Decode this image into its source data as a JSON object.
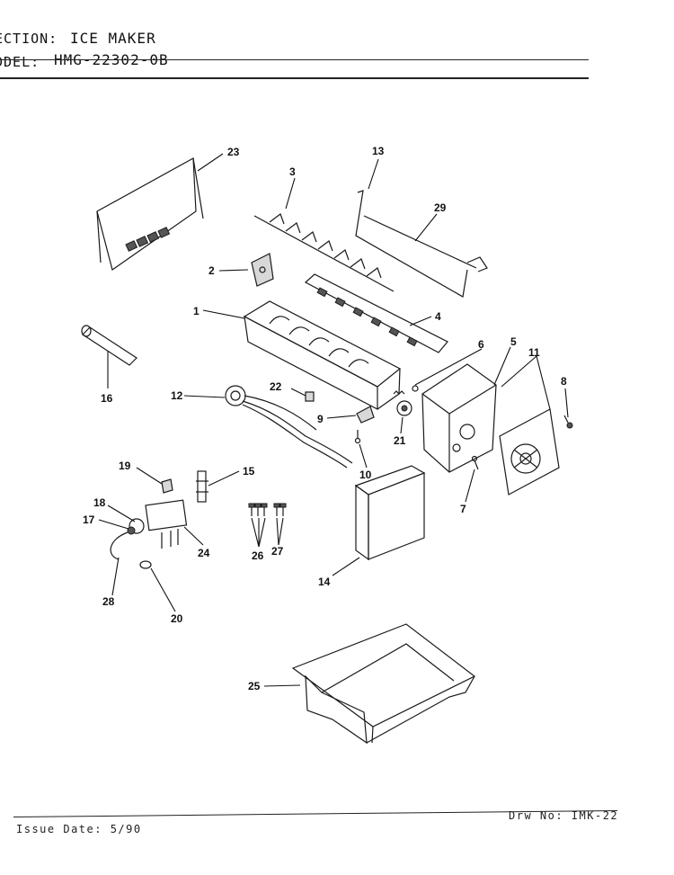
{
  "header": {
    "section_label": "ECTION:",
    "section_value": "ICE MAKER",
    "model_label": "DDEL:",
    "model_value": "HMG-22302-0B"
  },
  "footer": {
    "issue": "Issue Date: 5/90",
    "drawing": "Drw No: IMK-22"
  },
  "callouts": {
    "c1": "1",
    "c2": "2",
    "c3": "3",
    "c4": "4",
    "c5": "5",
    "c6": "6",
    "c7": "7",
    "c8": "8",
    "c9": "9",
    "c10": "10",
    "c11": "11",
    "c12": "12",
    "c13": "13",
    "c14": "14",
    "c15": "15",
    "c16": "16",
    "c17": "17",
    "c18": "18",
    "c19": "19",
    "c20": "20",
    "c21": "21",
    "c22": "22",
    "c23": "23",
    "c24": "24",
    "c25": "25",
    "c26": "26",
    "c27": "27",
    "c28": "28",
    "c29": "29"
  }
}
